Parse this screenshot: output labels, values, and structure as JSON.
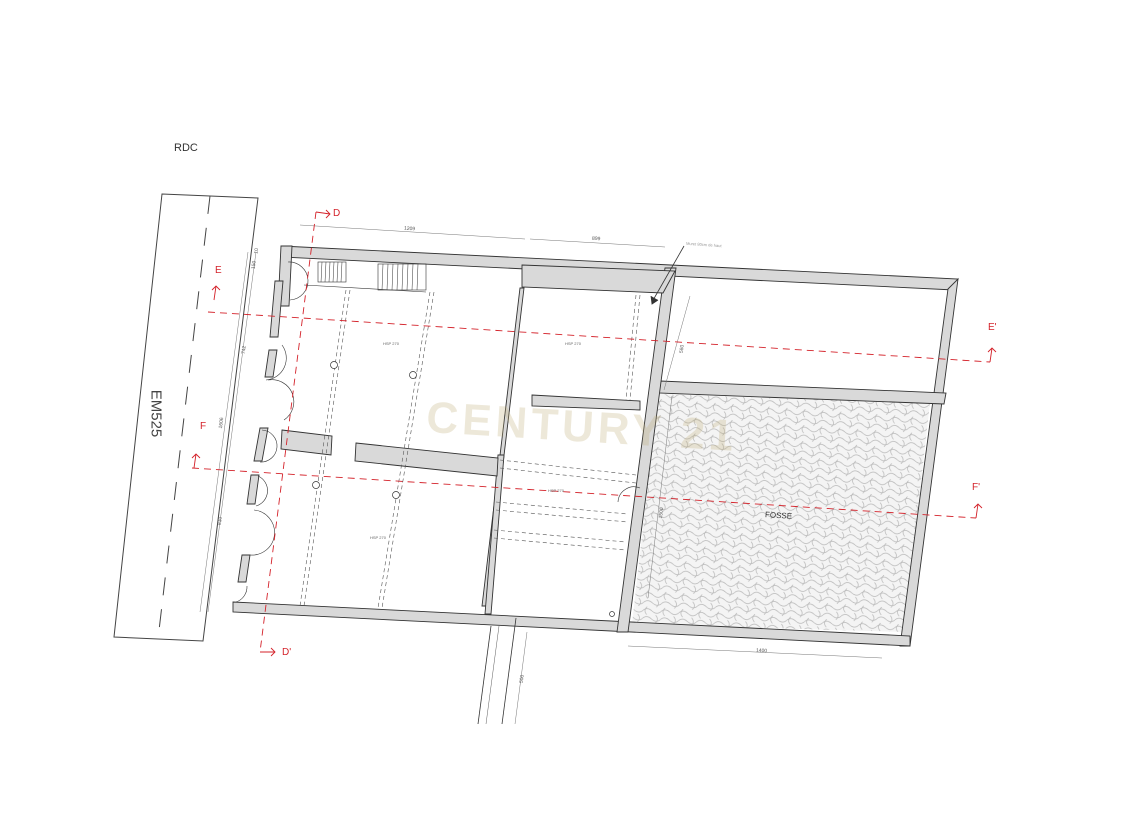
{
  "floor_label": "RDC",
  "street_label": "EM525",
  "watermark": "CENTURY 21",
  "room_label": "FOSSE",
  "annotation": "Muret 80cm de haut",
  "sections": {
    "d_start": "D",
    "d_end": "D'",
    "e_start": "E",
    "e_end": "E'",
    "f_start": "F",
    "f_end": "F'"
  },
  "dimensions": {
    "top_left": "1209",
    "top_right": "899",
    "left_top_small": "150",
    "left_small": "10",
    "left_upper": "742",
    "left_total": "1606",
    "left_lower": "810",
    "right_middle": "580",
    "right_lower": "1500",
    "bottom_right": "1400",
    "bottom_corridor": "500"
  },
  "heights": {
    "h1": "HSP 270",
    "h2": "HSP 270",
    "h3": "HSP 270",
    "h4": "HSP 270"
  },
  "colors": {
    "wall_fill": "#d9d9d9",
    "wall_stroke": "#333333",
    "section_line": "#d4222a",
    "watermark": "#beac78"
  }
}
